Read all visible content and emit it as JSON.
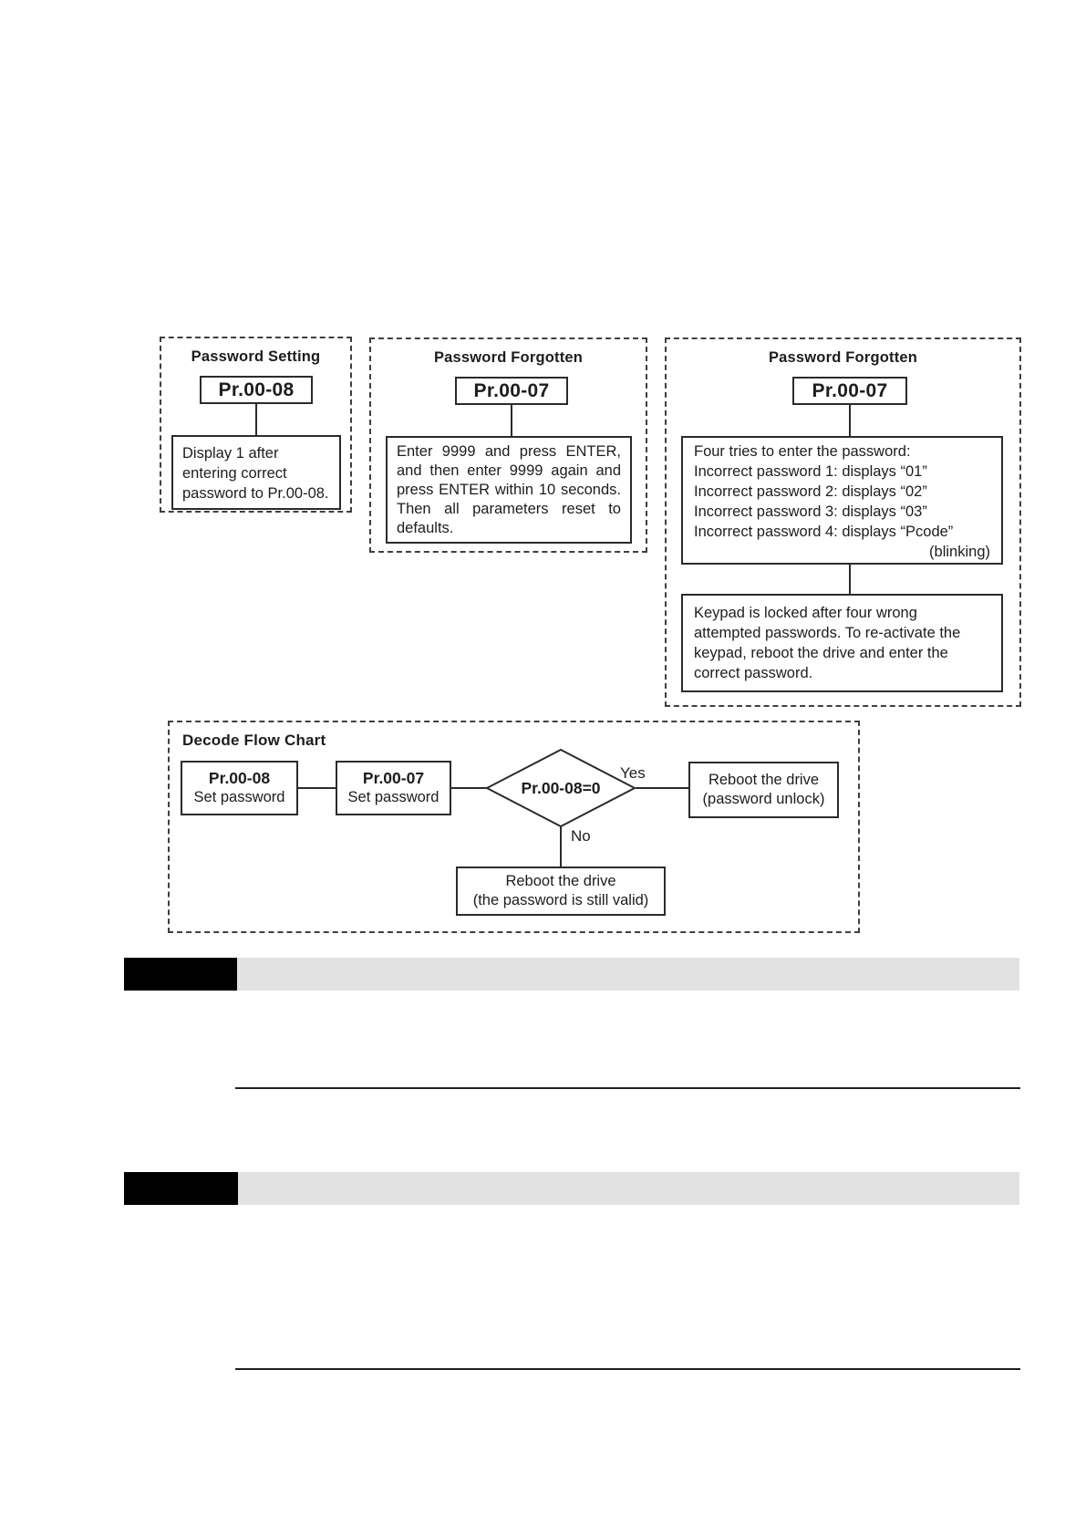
{
  "colors": {
    "redacted_block": "#000000",
    "section_bar": "#e2e2e2",
    "divider": "#1f1f1f"
  },
  "password_setting": {
    "title": "Password Setting",
    "param": "Pr.00-08",
    "note_lines": [
      "Display 1 after",
      "entering correct",
      "password to Pr.00-08."
    ]
  },
  "password_forgotten_reset": {
    "title": "Password Forgotten",
    "param": "Pr.00-07",
    "note_lines": [
      "Enter 9999 and press ENTER,",
      "and then enter 9999 again and",
      "press ENTER within 10 seconds.",
      "Then all parameters reset to",
      "defaults."
    ]
  },
  "password_forgotten_tries": {
    "title": "Password Forgotten",
    "param": "Pr.00-07",
    "tries_lines": [
      "Four tries to enter the password:",
      "Incorrect password 1: displays “01”",
      "Incorrect password 2: displays “02”",
      "Incorrect password 3: displays “03”",
      "Incorrect password 4: displays “Pcode”",
      "(blinking)"
    ],
    "lock_lines": [
      "Keypad is locked after four wrong",
      "attempted passwords. To re-activate the",
      "keypad, reboot the drive and enter the",
      "correct password."
    ]
  },
  "decode_flow": {
    "title": "Decode Flow Chart",
    "step1_param": "Pr.00-08",
    "step1_label": "Set password",
    "step2_param": "Pr.00-07",
    "step2_label": "Set password",
    "decision_label": "Pr.00-08=0",
    "yes_label": "Yes",
    "no_label": "No",
    "yes_result_lines": [
      "Reboot the drive",
      "(password unlock)"
    ],
    "no_result_lines": [
      "Reboot the drive",
      "(the password is still valid)"
    ]
  }
}
